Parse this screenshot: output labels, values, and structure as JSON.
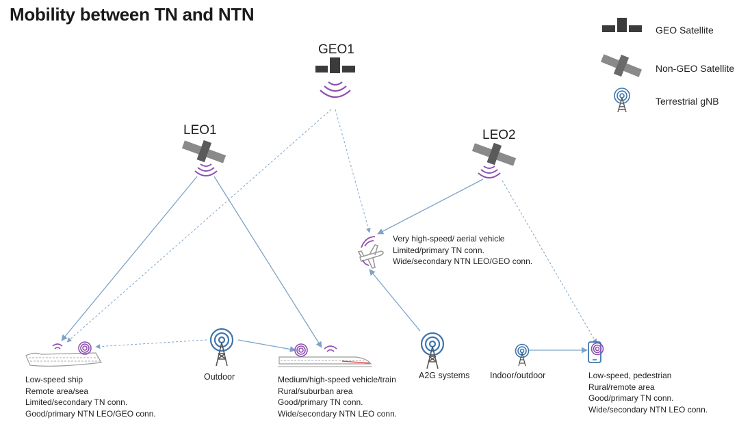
{
  "title": "Mobility between TN and NTN",
  "satellites": {
    "geo1": "GEO1",
    "leo1": "LEO1",
    "leo2": "LEO2"
  },
  "legend": {
    "geo": "GEO Satellite",
    "nongeo": "Non-GEO Satellite",
    "gnb": "Terrestrial gNB"
  },
  "nodes": {
    "outdoor": "Outdoor",
    "a2g": "A2G systems",
    "indoor": "Indoor/outdoor"
  },
  "descriptions": {
    "aerial": [
      "Very high-speed/ aerial vehicle",
      "Limited/primary TN conn.",
      "Wide/secondary NTN LEO/GEO conn."
    ],
    "ship": [
      "Low-speed ship",
      "Remote area/sea",
      "Limited/secondary TN conn.",
      "Good/primary NTN LEO/GEO conn."
    ],
    "train": [
      "Medium/high-speed vehicle/train",
      "Rural/suburban area",
      "Good/primary TN conn.",
      "Wide/secondary NTN LEO conn."
    ],
    "pedestrian": [
      "Low-speed, pedestrian",
      "Rural/remote area",
      "Good/primary TN conn.",
      "Wide/secondary NTN LEO conn."
    ]
  },
  "colors": {
    "link": "#7ea3c8",
    "signal_purple": "#8e4fb3",
    "gnb_blue": "#3e74ad",
    "satellite_dark": "#3b3b3b",
    "satellite_gray": "#8a8a8a"
  }
}
